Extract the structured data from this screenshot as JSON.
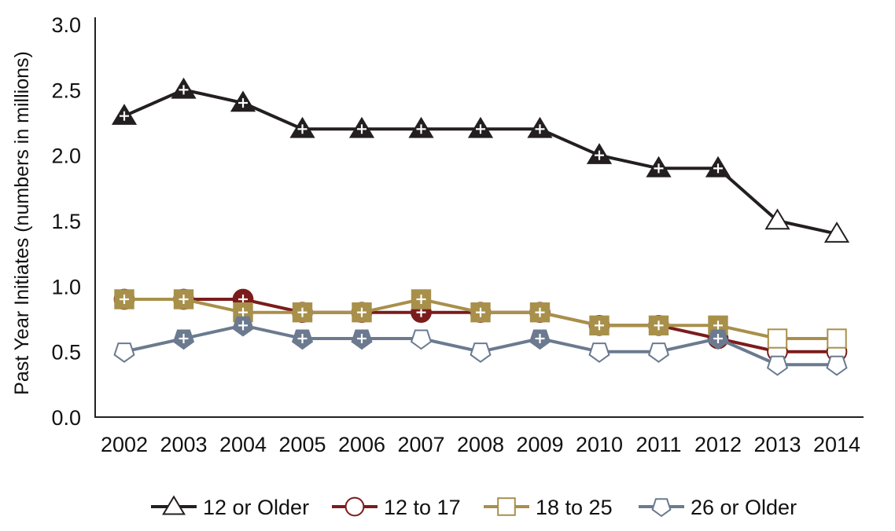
{
  "chart_data": {
    "type": "line",
    "title": "",
    "xlabel": "",
    "ylabel": "Past Year Initiates (numbers in millions)",
    "ylim": [
      0,
      3.0
    ],
    "yticks": [
      "0.0",
      "0.5",
      "1.0",
      "1.5",
      "2.0",
      "2.5",
      "3.0"
    ],
    "x": [
      "2002",
      "2003",
      "2004",
      "2005",
      "2006",
      "2007",
      "2008",
      "2009",
      "2010",
      "2011",
      "2012",
      "2013",
      "2014"
    ],
    "grid": false,
    "legend_position": "bottom",
    "series": [
      {
        "name": "12 or Older",
        "marker": "triangle",
        "color": "#231f20",
        "values": [
          2.3,
          2.5,
          2.4,
          2.2,
          2.2,
          2.2,
          2.2,
          2.2,
          2.0,
          1.9,
          1.9,
          1.5,
          1.4
        ],
        "flagged": [
          true,
          true,
          true,
          true,
          true,
          true,
          true,
          true,
          true,
          true,
          true,
          false,
          false
        ]
      },
      {
        "name": "12 to 17",
        "marker": "circle",
        "color": "#7b1c1c",
        "values": [
          0.9,
          0.9,
          0.9,
          0.8,
          0.8,
          0.8,
          0.8,
          0.8,
          0.7,
          0.7,
          0.6,
          0.5,
          0.5
        ],
        "flagged": [
          true,
          true,
          true,
          true,
          true,
          true,
          true,
          true,
          true,
          true,
          true,
          false,
          false
        ]
      },
      {
        "name": "18 to 25",
        "marker": "square",
        "color": "#a8904b",
        "values": [
          0.9,
          0.9,
          0.8,
          0.8,
          0.8,
          0.9,
          0.8,
          0.8,
          0.7,
          0.7,
          0.7,
          0.6,
          0.6
        ],
        "flagged": [
          true,
          true,
          true,
          true,
          true,
          true,
          true,
          true,
          true,
          true,
          true,
          false,
          false
        ]
      },
      {
        "name": "26 or Older",
        "marker": "pentagon",
        "color": "#6b7a8f",
        "values": [
          0.5,
          0.6,
          0.7,
          0.6,
          0.6,
          0.6,
          0.5,
          0.6,
          0.5,
          0.5,
          0.6,
          0.4,
          0.4
        ],
        "flagged": [
          false,
          true,
          true,
          true,
          true,
          false,
          false,
          true,
          false,
          false,
          true,
          false,
          false
        ]
      }
    ]
  },
  "legend": {
    "items": [
      "12 or Older",
      "12 to 17",
      "18 to 25",
      "26 or Older"
    ]
  }
}
